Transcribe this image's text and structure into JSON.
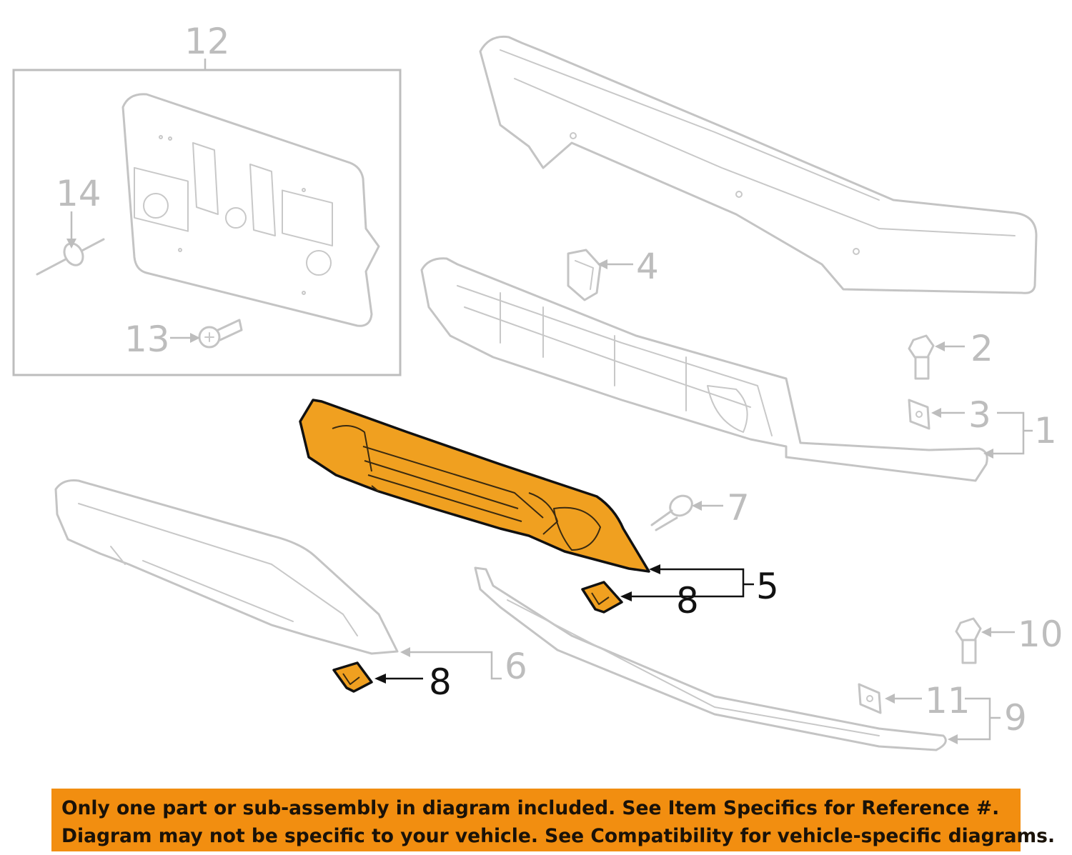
{
  "callouts": {
    "c1": "1",
    "c2": "2",
    "c3": "3",
    "c4": "4",
    "c5": "5",
    "c6": "6",
    "c7": "7",
    "c8a": "8",
    "c8b": "8",
    "c9": "9",
    "c10": "10",
    "c11": "11",
    "c12": "12",
    "c13": "13",
    "c14": "14"
  },
  "highlighted_parts": [
    "5",
    "8"
  ],
  "colors": {
    "highlight": "#f0a020",
    "notice_background": "#f28e10",
    "line_art": "#c4c4c4"
  },
  "notice": {
    "line1": "Only one part or sub-assembly in diagram included. See Item Specifics for Reference #.",
    "line2": "Diagram may not be specific to your vehicle. See Compatibility for vehicle-specific diagrams."
  }
}
